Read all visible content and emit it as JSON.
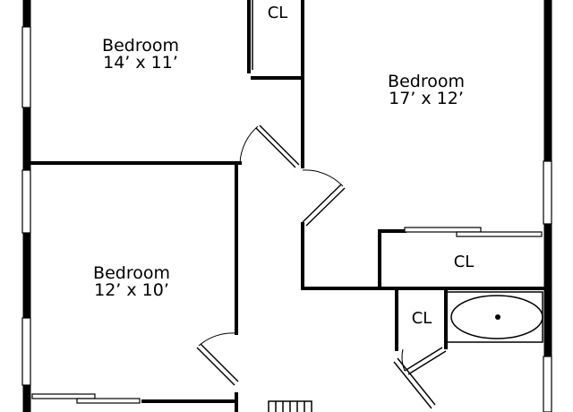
{
  "rooms": {
    "bedroom_1": {
      "name": "Bedroom",
      "size": "14’ x 11’"
    },
    "bedroom_2": {
      "name": "Bedroom",
      "size": "17’ x 12’"
    },
    "bedroom_3": {
      "name": "Bedroom",
      "size": "12’ x 10’"
    }
  },
  "closets": {
    "top": "CL",
    "right": "CL",
    "small": "CL"
  }
}
